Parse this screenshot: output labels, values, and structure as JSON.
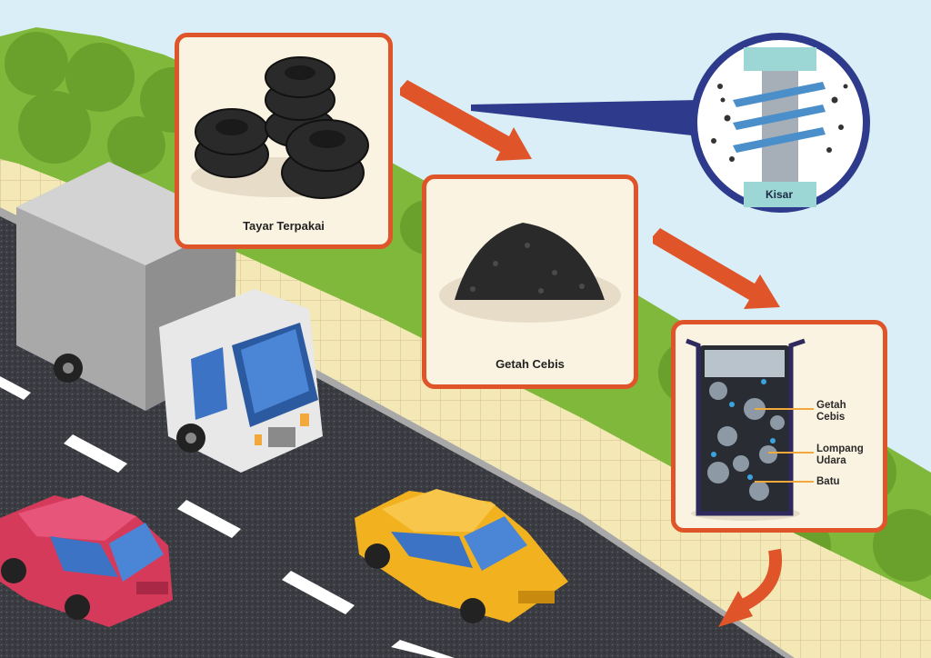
{
  "cards": {
    "tyres": {
      "label": "Tayar Terpakai"
    },
    "crumb": {
      "label": "Getah Cebis"
    },
    "mix": {
      "callouts": [
        {
          "line1": "Getah",
          "line2": "Cebis"
        },
        {
          "line1": "Lompang",
          "line2": "Udara"
        },
        {
          "line1": "Batu",
          "line2": ""
        }
      ]
    }
  },
  "grinder": {
    "label": "Kisar"
  },
  "colors": {
    "accent": "#e0542a",
    "card_bg": "#fbf3e1",
    "sky": "#d9eef6",
    "road": "#3a3c42",
    "bush": "#7fb83a",
    "lens": "#2e3a8c"
  }
}
